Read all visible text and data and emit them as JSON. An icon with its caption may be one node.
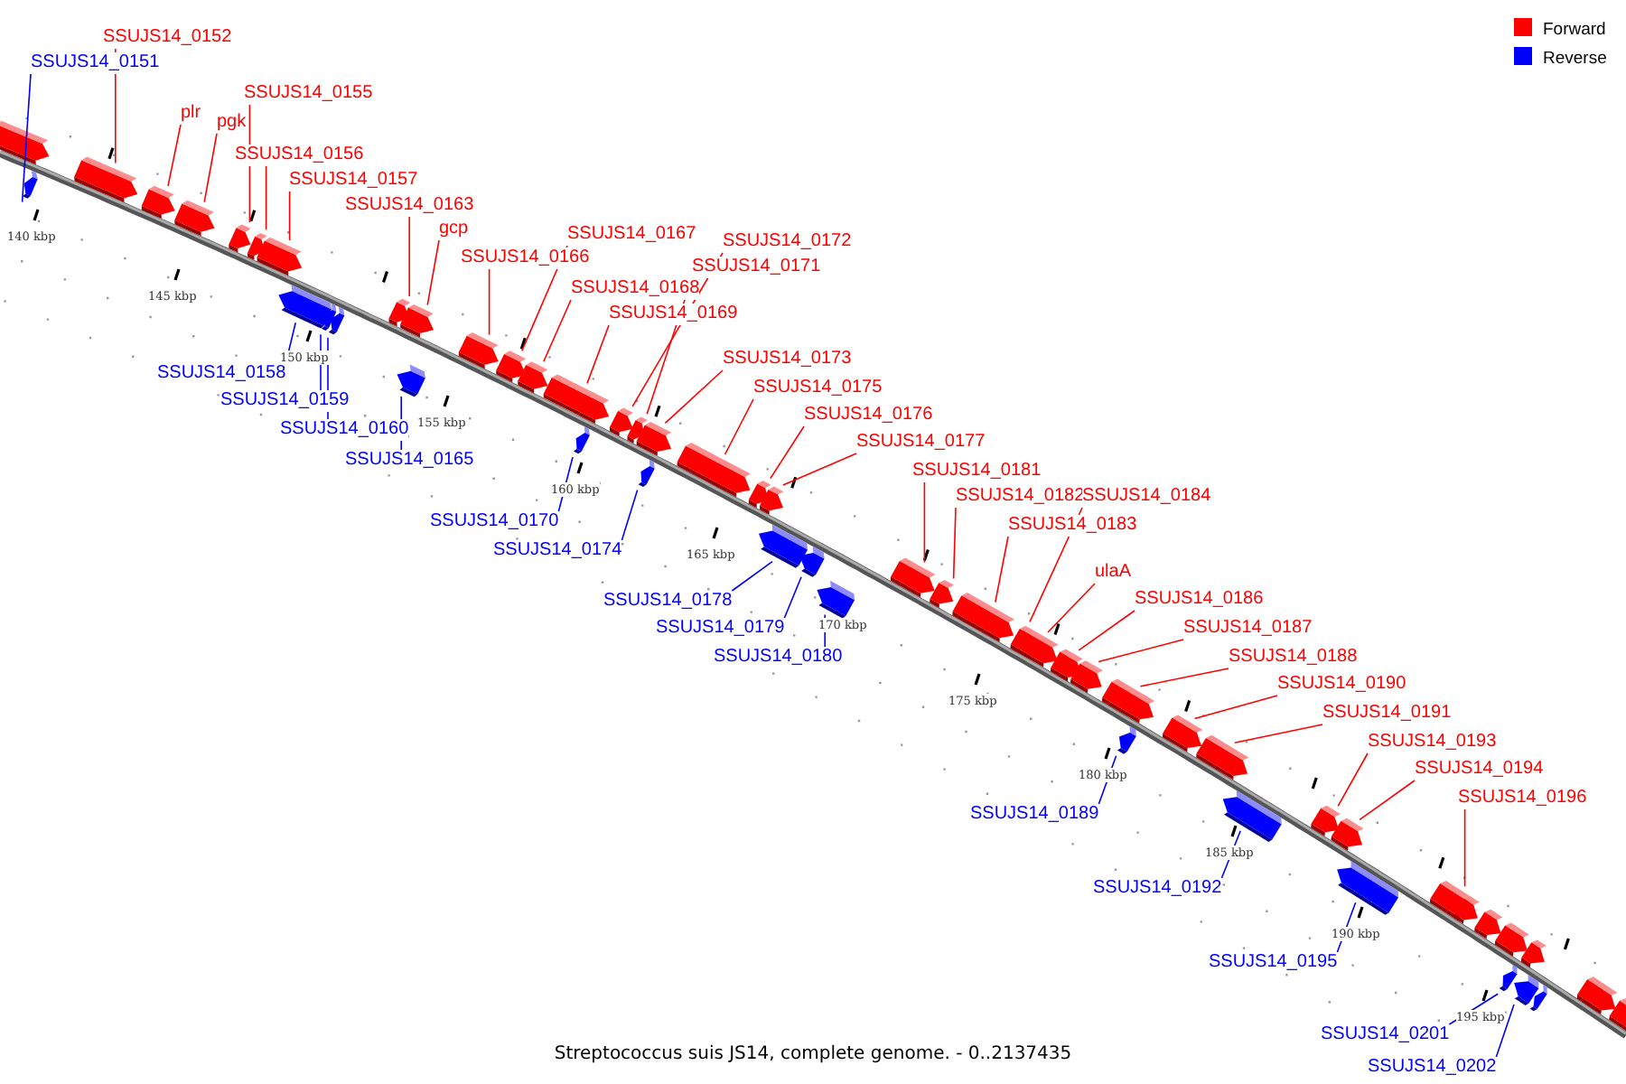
{
  "diagram": {
    "caption": "Streptococcus suis JS14, complete genome. - 0..2137435",
    "nodes": [
      {
        "text": [
          "SSUJS14_0152"
        ]
      },
      {
        "text": [],
        "shape": "arrow"
      },
      {
        "text": [
          "plr"
        ]
      },
      {
        "text": [],
        "shape": "arrow"
      },
      {
        "text": [
          "pgk"
        ]
      },
      {
        "text": [],
        "shape": "arrow"
      },
      {
        "text": [
          "SSUJS14_0155"
        ]
      },
      {
        "text": [],
        "shape": "arrow"
      },
      {
        "text": [
          "SSUJS14_0156"
        ]
      },
      {
        "text": [],
        "shape": "arrow"
      },
      {
        "text": [
          "SSUJS14_0157"
        ]
      },
      {
        "text": [],
        "shape": "arrow"
      },
      {
        "text": [
          "SSUJS14_0163"
        ]
      },
      {
        "text": [],
        "shape": "arrow"
      },
      {
        "text": [
          "gcp"
        ]
      },
      {
        "text": [],
        "shape": "arrow"
      },
      {
        "text": [
          "SSUJS14_0166"
        ]
      },
      {
        "text": [],
        "shape": "arrow"
      },
      {
        "text": [
          "SSUJS14_0167"
        ]
      },
      {
        "text": [],
        "shape": "arrow"
      },
      {
        "text": [
          "SSUJS14_0168"
        ]
      },
      {
        "text": [],
        "shape": "arrow"
      },
      {
        "text": [
          "SSUJS14_0169"
        ]
      },
      {
        "text": [],
        "shape": "arrow"
      },
      {
        "text": [
          "SSUJS14_0172"
        ]
      },
      {
        "text": [],
        "shape": "arrow"
      },
      {
        "text": [
          "SSUJS14_0171"
        ]
      },
      {
        "text": [],
        "shape": "arrow"
      },
      {
        "text": [
          "SSUJS14_0173"
        ]
      },
      {
        "text": [],
        "shape": "arrow"
      },
      {
        "text": [
          "SSUJS14_0175"
        ]
      },
      {
        "text": [],
        "shape": "arrow"
      },
      {
        "text": [
          "SSUJS14_0176"
        ]
      },
      {
        "text": [],
        "shape": "arrow"
      },
      {
        "text": [
          "SSUJS14_0177"
        ]
      },
      {
        "text": [],
        "shape": "arrow"
      },
      {
        "text": [
          "SSUJS14_0181"
        ]
      },
      {
        "text": [],
        "shape": "arrow"
      },
      {
        "text": [
          "SSUJS14_0182"
        ]
      },
      {
        "text": [],
        "shape": "arrow"
      },
      {
        "text": [
          "SSUJS14_0184"
        ]
      },
      {
        "text": [],
        "shape": "arrow"
      },
      {
        "text": [
          "SSUJS14_0183"
        ]
      },
      {
        "text": [],
        "shape": "arrow"
      },
      {
        "text": [
          "ulaA"
        ]
      },
      {
        "text": [],
        "shape": "arrow"
      },
      {
        "text": [
          "SSUJS14_0186"
        ]
      },
      {
        "text": [],
        "shape": "arrow"
      },
      {
        "text": [
          "SSUJS14_0187"
        ]
      },
      {
        "text": [],
        "shape": "arrow"
      },
      {
        "text": [
          "SSUJS14_0188"
        ]
      },
      {
        "text": [],
        "shape": "arrow"
      },
      {
        "text": [
          "SSUJS14_0190"
        ]
      },
      {
        "text": [],
        "shape": "arrow"
      },
      {
        "text": [
          "SSUJS14_0191"
        ]
      },
      {
        "text": [],
        "shape": "arrow"
      },
      {
        "text": [
          "SSUJS14_0193"
        ]
      },
      {
        "text": [],
        "shape": "arrow"
      },
      {
        "text": [
          "SSUJS14_0194"
        ]
      },
      {
        "text": [],
        "shape": "arrow"
      },
      {
        "text": [
          "SSUJS14_0196"
        ]
      },
      {
        "text": [],
        "shape": "arrow"
      },
      {
        "text": [
          "SSUJS14_0151"
        ]
      },
      {
        "text": [],
        "shape": "arrow"
      },
      {
        "text": [
          "SSUJS14_0158"
        ]
      },
      {
        "text": [],
        "shape": "arrow"
      },
      {
        "text": [
          "SSUJS14_0159"
        ]
      },
      {
        "text": [],
        "shape": "arrow"
      },
      {
        "text": [
          "SSUJS14_0160"
        ]
      },
      {
        "text": [],
        "shape": "arrow"
      },
      {
        "text": [
          "SSUJS14_0165"
        ]
      },
      {
        "text": [],
        "shape": "arrow"
      },
      {
        "text": [
          "SSUJS14_0170"
        ]
      },
      {
        "text": [],
        "shape": "arrow"
      },
      {
        "text": [
          "SSUJS14_0174"
        ]
      },
      {
        "text": [],
        "shape": "arrow"
      },
      {
        "text": [
          "SSUJS14_0178"
        ]
      },
      {
        "text": [],
        "shape": "arrow"
      },
      {
        "text": [
          "SSUJS14_0179"
        ]
      },
      {
        "text": [],
        "shape": "arrow"
      },
      {
        "text": [
          "SSUJS14_0180"
        ]
      },
      {
        "text": [],
        "shape": "arrow"
      },
      {
        "text": [
          "SSUJS14_0189"
        ]
      },
      {
        "text": [],
        "shape": "arrow"
      },
      {
        "text": [
          "SSUJS14_0192"
        ]
      },
      {
        "text": [],
        "shape": "arrow"
      },
      {
        "text": [
          "SSUJS14_0195"
        ]
      },
      {
        "text": [],
        "shape": "arrow"
      },
      {
        "text": [
          "SSUJS14_0201"
        ]
      },
      {
        "text": [],
        "shape": "arrow"
      },
      {
        "text": [
          "SSUJS14_0202"
        ]
      },
      {
        "text": [],
        "shape": "arrow"
      },
      {
        "text": [],
        "shape": "arrow"
      },
      {
        "text": [],
        "shape": "arrow"
      },
      {
        "text": [],
        "shape": "arrow"
      },
      {
        "text": [],
        "shape": "arrow"
      },
      {
        "text": [],
        "shape": "arrow"
      },
      {
        "text": [],
        "shape": "arrow"
      },
      {
        "text": [],
        "shape": "arrow"
      },
      {
        "text": [],
        "shape": "arrow"
      }
    ],
    "edges": [
      {
        "from": 0,
        "to": 1,
        "arrow": "none"
      },
      {
        "from": 2,
        "to": 3,
        "arrow": "none"
      },
      {
        "from": 4,
        "to": 5,
        "arrow": "none"
      },
      {
        "from": 6,
        "to": 7,
        "arrow": "none"
      },
      {
        "from": 8,
        "to": 9,
        "arrow": "none"
      },
      {
        "from": 10,
        "to": 11,
        "arrow": "none"
      },
      {
        "from": 12,
        "to": 13,
        "arrow": "none"
      },
      {
        "from": 14,
        "to": 15,
        "arrow": "none"
      },
      {
        "from": 16,
        "to": 17,
        "arrow": "none"
      },
      {
        "from": 18,
        "to": 19,
        "arrow": "none"
      },
      {
        "from": 20,
        "to": 21,
        "arrow": "none"
      },
      {
        "from": 22,
        "to": 23,
        "arrow": "none"
      },
      {
        "from": 24,
        "to": 25,
        "arrow": "none"
      },
      {
        "from": 26,
        "to": 27,
        "arrow": "none"
      },
      {
        "from": 28,
        "to": 29,
        "arrow": "none"
      },
      {
        "from": 30,
        "to": 31,
        "arrow": "none"
      },
      {
        "from": 32,
        "to": 33,
        "arrow": "none"
      },
      {
        "from": 34,
        "to": 35,
        "arrow": "none"
      },
      {
        "from": 36,
        "to": 37,
        "arrow": "none"
      },
      {
        "from": 38,
        "to": 39,
        "arrow": "none"
      },
      {
        "from": 40,
        "to": 41,
        "arrow": "none"
      },
      {
        "from": 42,
        "to": 43,
        "arrow": "none"
      },
      {
        "from": 44,
        "to": 45,
        "arrow": "none"
      },
      {
        "from": 46,
        "to": 47,
        "arrow": "none"
      },
      {
        "from": 48,
        "to": 49,
        "arrow": "none"
      },
      {
        "from": 50,
        "to": 51,
        "arrow": "none"
      },
      {
        "from": 52,
        "to": 53,
        "arrow": "none"
      },
      {
        "from": 54,
        "to": 55,
        "arrow": "none"
      },
      {
        "from": 56,
        "to": 57,
        "arrow": "none"
      },
      {
        "from": 58,
        "to": 59,
        "arrow": "none"
      },
      {
        "from": 60,
        "to": 61,
        "arrow": "none"
      },
      {
        "from": 62,
        "to": 63,
        "arrow": "none",
        "color": "#0000ff"
      },
      {
        "from": 64,
        "to": 65,
        "arrow": "none",
        "color": "#0000ff"
      },
      {
        "from": 66,
        "to": 67,
        "arrow": "none",
        "color": "#0000ff"
      },
      {
        "from": 68,
        "to": 69,
        "arrow": "none",
        "color": "#0000ff"
      },
      {
        "from": 70,
        "to": 71,
        "arrow": "none",
        "color": "#0000ff"
      },
      {
        "from": 72,
        "to": 73,
        "arrow": "none",
        "color": "#0000ff"
      },
      {
        "from": 74,
        "to": 75,
        "arrow": "none",
        "color": "#0000ff"
      },
      {
        "from": 76,
        "to": 77,
        "arrow": "none",
        "color": "#0000ff"
      },
      {
        "from": 78,
        "to": 79,
        "arrow": "none",
        "color": "#0000ff"
      },
      {
        "from": 80,
        "to": 81,
        "arrow": "none",
        "color": "#0000ff"
      },
      {
        "from": 82,
        "to": 83,
        "arrow": "none",
        "color": "#0000ff"
      },
      {
        "from": 84,
        "to": 85,
        "arrow": "none",
        "color": "#0000ff"
      },
      {
        "from": 86,
        "to": 87,
        "arrow": "none",
        "color": "#0000ff"
      },
      {
        "from": 88,
        "to": 89,
        "arrow": "none",
        "color": "#0000ff"
      },
      {
        "from": 90,
        "to": 91,
        "arrow": "none",
        "color": "#0000ff"
      }
    ],
    "labels": [
      "140 kbp",
      "145 kbp",
      "150 kbp",
      "155 kbp",
      "160 kbp",
      "165 kbp",
      "170 kbp",
      "175 kbp",
      "180 kbp",
      "185 kbp",
      "190 kbp",
      "195 kbp"
    ],
    "legend": [
      {
        "text": "Forward",
        "color": "#ff0000"
      },
      {
        "text": "Reverse",
        "color": "#0000ff"
      }
    ]
  }
}
